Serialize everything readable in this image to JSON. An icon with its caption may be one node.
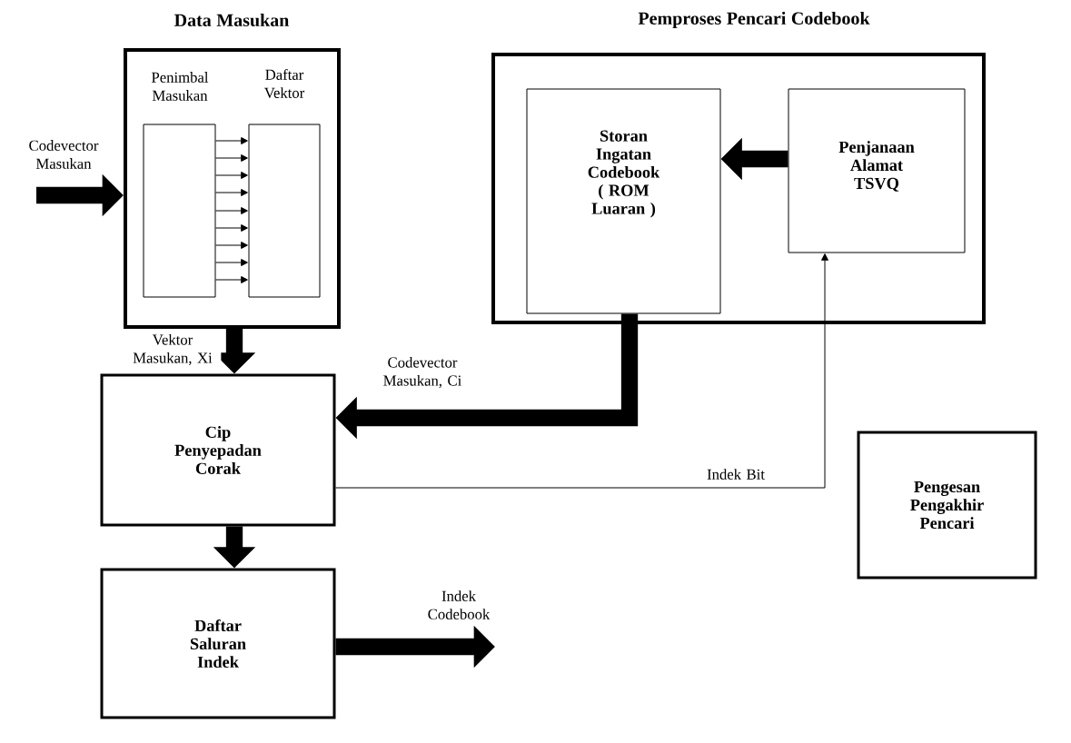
{
  "diagram": {
    "nodes": [
      {
        "text": [
          "Data Masukan"
        ]
      },
      {
        "text": [
          "Penimbal Masukan"
        ],
        "in": 0
      },
      {
        "text": [
          "Daftar Vektor"
        ],
        "in": 0
      },
      {
        "text": [
          "Pemproses Pencari Codebook"
        ]
      },
      {
        "text": [
          "Storan Ingatan Codebook ( ROM Luaran )"
        ],
        "in": 3
      },
      {
        "text": [
          "Penjanaan Alamat TSVQ"
        ],
        "in": 3
      },
      {
        "text": [
          "Cip Penyepadan Corak"
        ]
      },
      {
        "text": [
          "Pengesan Pengakhir Pencari"
        ]
      },
      {
        "text": [
          "Daftar Saluran Indek"
        ]
      }
    ],
    "edges": [
      {
        "from": null,
        "to": 0,
        "arrow": "to",
        "style": "thick",
        "label": "Codevector Masukan"
      },
      {
        "from": 1,
        "to": 2,
        "arrow": "to"
      },
      {
        "from": 1,
        "to": 2,
        "arrow": "to"
      },
      {
        "from": 1,
        "to": 2,
        "arrow": "to"
      },
      {
        "from": 1,
        "to": 2,
        "arrow": "to"
      },
      {
        "from": 1,
        "to": 2,
        "arrow": "to"
      },
      {
        "from": 1,
        "to": 2,
        "arrow": "to"
      },
      {
        "from": 1,
        "to": 2,
        "arrow": "to"
      },
      {
        "from": 1,
        "to": 2,
        "arrow": "to"
      },
      {
        "from": 1,
        "to": 2,
        "arrow": "to"
      },
      {
        "from": 0,
        "to": 6,
        "arrow": "to",
        "style": "thick",
        "label": "Vektor Masukan, Xi"
      },
      {
        "from": 4,
        "to": 6,
        "arrow": "to",
        "style": "thick",
        "label": "Codevector Masukan, Ci"
      },
      {
        "from": 5,
        "to": 4,
        "arrow": "to",
        "style": "thick"
      },
      {
        "from": 6,
        "to": 5,
        "arrow": "to",
        "label": "Indek Bit"
      },
      {
        "from": 6,
        "to": 8,
        "arrow": "to",
        "style": "thick"
      },
      {
        "from": 8,
        "to": null,
        "arrow": "to",
        "style": "thick",
        "label": "Indek Codebook"
      }
    ]
  }
}
